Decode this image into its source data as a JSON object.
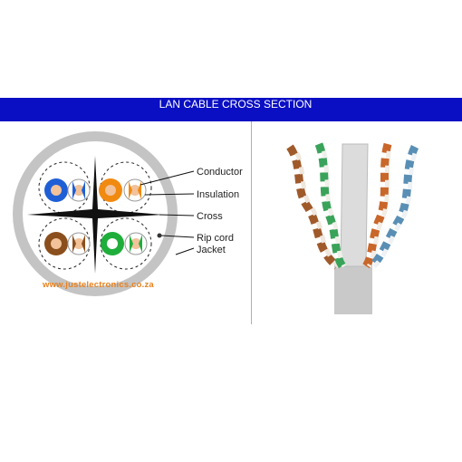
{
  "banner": {
    "title": "LAN CABLE CROSS SECTION"
  },
  "labels": {
    "conductor": "Conductor",
    "insulation": "Insulation",
    "cross": "Cross",
    "rip_cord": "Rip cord",
    "jacket": "Jacket"
  },
  "watermark": "www.justelectronics.co.za",
  "colors": {
    "banner": "#0a0fc4",
    "jacket": "#c4c4c4",
    "blue": "#1f5fd6",
    "orange": "#f08a10",
    "brown": "#8a4f1c",
    "green": "#1fae3c",
    "copper": "#f2c29a"
  }
}
